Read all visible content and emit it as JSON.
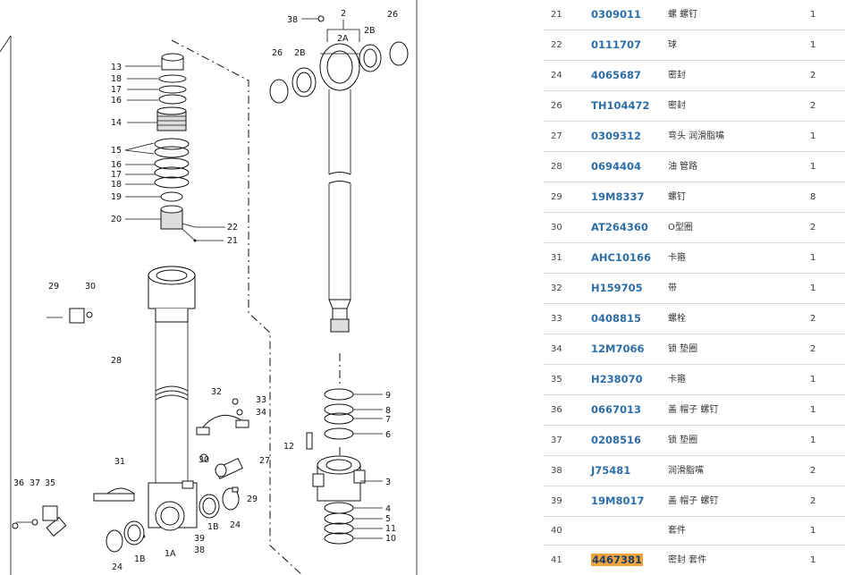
{
  "diagram": {
    "callouts": [
      "38",
      "2",
      "26",
      "2A",
      "2B",
      "2B",
      "26",
      "13",
      "18",
      "17",
      "16",
      "14",
      "15",
      "16",
      "17",
      "18",
      "19",
      "20",
      "22",
      "21",
      "29",
      "30",
      "28",
      "32",
      "33",
      "34",
      "12",
      "30",
      "27",
      "31",
      "29",
      "36",
      "37",
      "35",
      "24",
      "1B",
      "1A",
      "38",
      "39",
      "1B",
      "24",
      "9",
      "8",
      "7",
      "6",
      "3",
      "4",
      "5",
      "11",
      "10"
    ]
  },
  "parts_table": {
    "rows": [
      {
        "no": "21",
        "part": "0309011",
        "desc": "螺 螺钉",
        "qty": "1"
      },
      {
        "no": "22",
        "part": "0111707",
        "desc": "球",
        "qty": "1"
      },
      {
        "no": "24",
        "part": "4065687",
        "desc": "密封",
        "qty": "2"
      },
      {
        "no": "26",
        "part": "TH104472",
        "desc": "密封",
        "qty": "2"
      },
      {
        "no": "27",
        "part": "0309312",
        "desc": "弯头 润滑脂嘴",
        "qty": "1"
      },
      {
        "no": "28",
        "part": "0694404",
        "desc": "油 管路",
        "qty": "1"
      },
      {
        "no": "29",
        "part": "19M8337",
        "desc": "螺钉",
        "qty": "8"
      },
      {
        "no": "30",
        "part": "AT264360",
        "desc": "O型圈",
        "qty": "2"
      },
      {
        "no": "31",
        "part": "AHC10166",
        "desc": "卡箍",
        "qty": "1"
      },
      {
        "no": "32",
        "part": "H159705",
        "desc": "带",
        "qty": "1"
      },
      {
        "no": "33",
        "part": "0408815",
        "desc": "螺栓",
        "qty": "2"
      },
      {
        "no": "34",
        "part": "12M7066",
        "desc": "锁 垫圈",
        "qty": "2"
      },
      {
        "no": "35",
        "part": "H238070",
        "desc": "卡箍",
        "qty": "1"
      },
      {
        "no": "36",
        "part": "0667013",
        "desc": "盖 帽子 螺钉",
        "qty": "1"
      },
      {
        "no": "37",
        "part": "0208516",
        "desc": "锁 垫圈",
        "qty": "1"
      },
      {
        "no": "38",
        "part": "J75481",
        "desc": "润滑脂嘴",
        "qty": "2"
      },
      {
        "no": "39",
        "part": "19M8017",
        "desc": "盖 帽子 螺钉",
        "qty": "2"
      },
      {
        "no": "40",
        "part": "",
        "desc": "套件",
        "qty": "1"
      },
      {
        "no": "41",
        "part": "4467381",
        "desc": "密封 套件",
        "qty": "1",
        "highlighted": true
      }
    ]
  },
  "colors": {
    "part_link": "#2e6ea6",
    "highlight": "#f3a43c",
    "row_divider": "#d8dde3"
  }
}
